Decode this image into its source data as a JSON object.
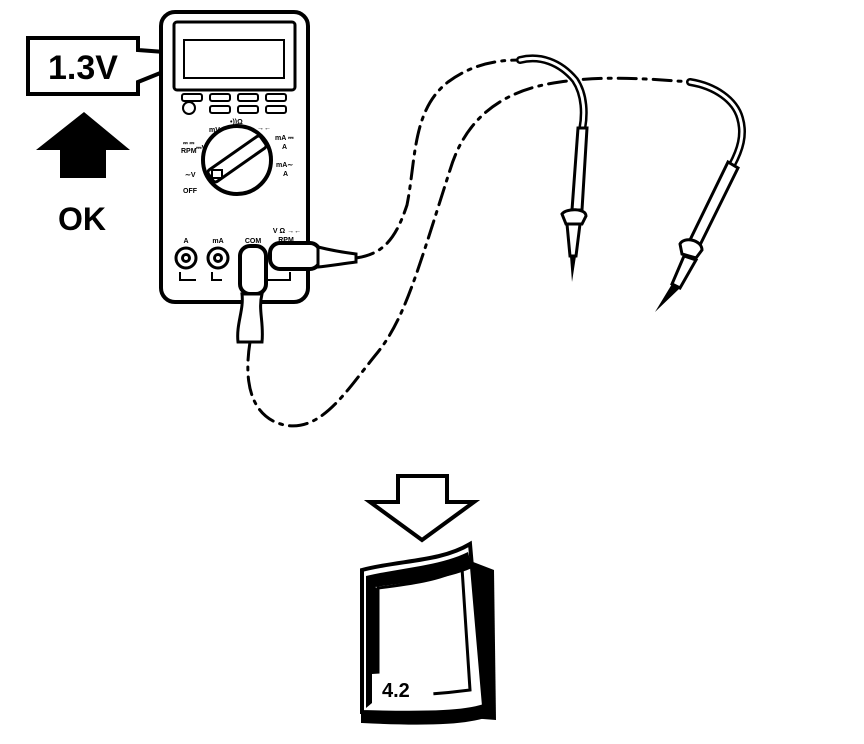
{
  "reading_callout": {
    "value": "1.3V"
  },
  "status": {
    "label": "OK"
  },
  "multimeter": {
    "dial_labels": {
      "mv": "mV",
      "ohm": "•))Ω",
      "cap": "→←",
      "ma_dc": "mA ⎓",
      "a_dc": "A",
      "rpm_top": "⎓ ⎓",
      "rpm": "RPM",
      "v_dc": "⎓V",
      "ma_ac": "mA∼",
      "a_ac": "A",
      "v_ac": "∼V",
      "off": "OFF"
    },
    "jack_labels": {
      "a": "A",
      "ma": "mA",
      "com": "COM",
      "v_ohm": "V Ω →←",
      "rpm": "RPM"
    }
  },
  "manual": {
    "section": "4.2"
  }
}
